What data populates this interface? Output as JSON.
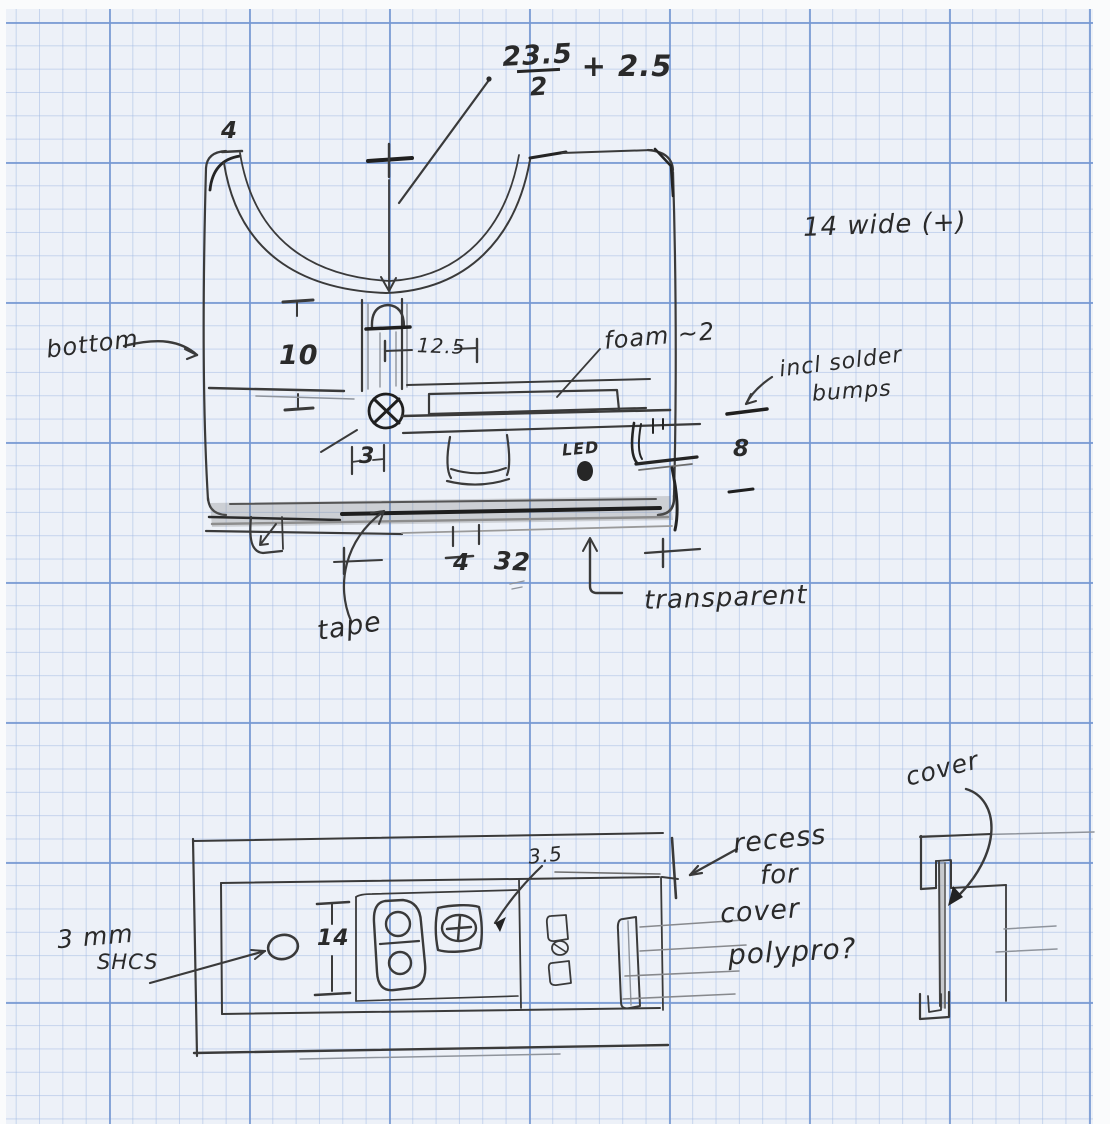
{
  "palette": {
    "pencil": "#3a3a3a",
    "pencil_dark": "#1f1f1f",
    "pencil_light": "#8f949c",
    "paper": "#edf1f8",
    "grid_minor": "#9eb7e2",
    "grid_major": "#7698d2"
  },
  "top_view": {
    "formula": {
      "numerator": "23.5",
      "denominator": "2",
      "suffix": "+ 2.5"
    },
    "corner_radius_label": "4",
    "width_note": "14 wide (+)",
    "bottom_label": "bottom",
    "height_dim": "10",
    "slot_dim": "12.5",
    "foam_note": "foam ~2",
    "solder_note": [
      "incl solder",
      "bumps"
    ],
    "edge_dim": "8",
    "led_label": "LED",
    "screw_dim": "3",
    "gap_dim": "4",
    "thread_dim": "32",
    "tape_label": "tape",
    "transparent_label": "transparent"
  },
  "bottom_view": {
    "screw_note": [
      "3 mm",
      "SHCS"
    ],
    "height_dim": "14",
    "recess_dim": "3.5",
    "recess_note": [
      "recess",
      "for",
      "cover",
      "polypro?"
    ]
  },
  "side_view": {
    "cover_label": "cover"
  }
}
